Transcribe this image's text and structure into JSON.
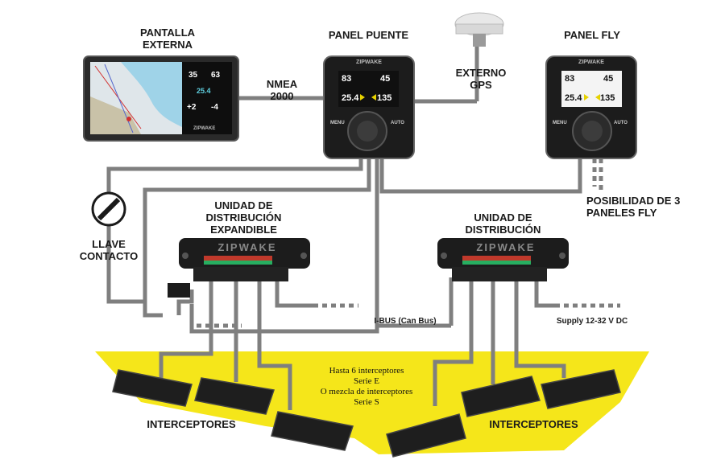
{
  "labels": {
    "external_display": [
      "PANTALLA",
      "EXTERNA"
    ],
    "bridge_panel": "PANEL PUENTE",
    "fly_panel": "PANEL FLY",
    "external_gps": [
      "EXTERNO",
      "GPS"
    ],
    "nmea": [
      "NMEA",
      "2000"
    ],
    "key_switch": [
      "LLAVE",
      "CONTACTO"
    ],
    "expandable_unit": [
      "UNIDAD DE",
      "DISTRIBUCIÓN",
      "EXPANDIBLE"
    ],
    "distribution_unit": [
      "UNIDAD DE",
      "DISTRIBUCIÓN"
    ],
    "fly_possibility": [
      "POSIBILIDAD DE 3",
      "PANELES FLY"
    ],
    "ibus": "I-BUS (Can Bus)",
    "supply": "Supply 12-32 V DC",
    "interceptors_left": "INTERCEPTORES",
    "interceptors_right": "INTERCEPTORES",
    "interceptor_note": [
      "Hasta 6 interceptores",
      "Serie E",
      "O mezcla de interceptores",
      "Serie S"
    ]
  },
  "brand": "ZIPWAKE",
  "panel_screen": {
    "left_value": "83",
    "right_value": "45",
    "bottom_left": "25.4",
    "bottom_right": "135",
    "menu": "MENU",
    "auto": "AUTO"
  },
  "display_screen": {
    "top_left": "35",
    "top_right": "63",
    "middle": "25.4",
    "bottom_left": "+2",
    "bottom_right": "-4"
  },
  "colors": {
    "yellow": "#f5e61a",
    "cable": "#808080",
    "device": "#1c1c1c"
  }
}
